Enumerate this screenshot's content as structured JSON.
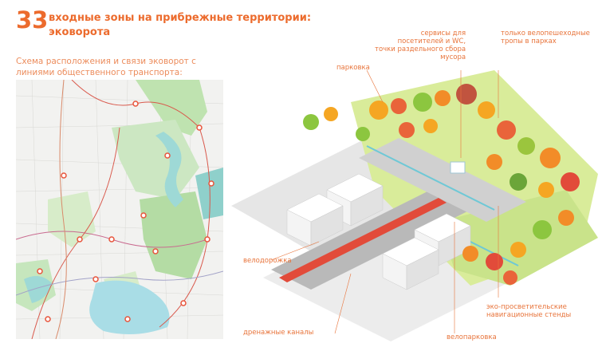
{
  "header": {
    "number": "33",
    "title_line1": "входные зоны на прибрежные территории:",
    "title_line2": "эковорота",
    "subtitle_line1": "Схема расположения и связи эковорот с",
    "subtitle_line2": "линиями общественного транспорта:"
  },
  "labels": {
    "services_1": "сервисы для",
    "services_2": "посетителей и WC,",
    "services_3": "точки раздельного сбора",
    "services_4": "мусора",
    "trails_1": "только велопешеходные",
    "trails_2": "тропы в парках",
    "parking": "парковка",
    "bikelane": "велодорожка",
    "eco_1": "эко-просветительские",
    "eco_2": "навигационные стенды",
    "drainage": "дренажные каналы",
    "bikeparking": "велопарковка"
  },
  "colors": {
    "accent": "#ec6b2d",
    "green": "#8cc63f",
    "bikelane": "#e24b3a",
    "water": "#6ec8d6"
  }
}
